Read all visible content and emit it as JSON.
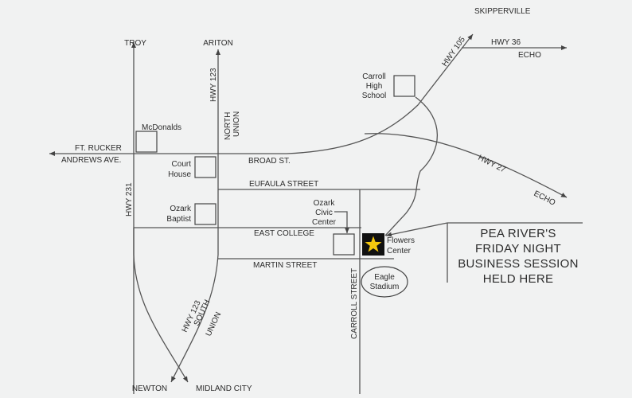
{
  "destinations": {
    "troy": "TROY",
    "ariton": "ARITON",
    "skipperville": "SKIPPERVILLE",
    "hwy36": "HWY 36",
    "echo_top": "ECHO",
    "echo_right": "ECHO",
    "ft_rucker": "FT. RUCKER",
    "andrews_ave": "ANDREWS AVE.",
    "newton": "NEWTON",
    "midland_city": "MIDLAND CITY"
  },
  "roads": {
    "hwy123_north": "HWY 123",
    "north": "NORTH",
    "union_north": "UNION",
    "hwy105": "HWY 105",
    "hwy27": "HWY 27",
    "hwy231": "HWY 231",
    "broad_st": "BROAD ST.",
    "eufaula_street": "EUFAULA STREET",
    "east_college": "EAST COLLEGE",
    "martin_street": "MARTIN STREET",
    "carroll_street": "CARROLL STREET",
    "hwy123_south": "HWY 123",
    "south": "SOUTH",
    "union_south": "UNION"
  },
  "landmarks": {
    "mcdonalds": "McDonalds",
    "court_house": [
      "Court",
      "House"
    ],
    "ozark_baptist": [
      "Ozark",
      "Baptist"
    ],
    "carroll_high": [
      "Carroll",
      "High",
      "School"
    ],
    "ozark_civic": [
      "Ozark",
      "Civic",
      "Center"
    ],
    "flowers_center": [
      "Flowers",
      "Center"
    ],
    "eagle_stadium": [
      "Eagle",
      "Stadium"
    ]
  },
  "banner": [
    "PEA RIVER'S",
    "FRIDAY NIGHT",
    "BUSINESS SESSION",
    "HELD HERE"
  ],
  "colors": {
    "star_fill": "#f6c90e",
    "star_box": "#111111",
    "road": "#555555"
  },
  "icons": {
    "venue_marker": "star-icon"
  }
}
